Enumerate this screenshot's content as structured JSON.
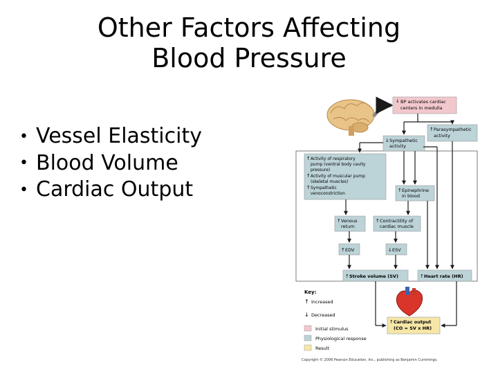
{
  "slide": {
    "title_line1": "Other Factors Affecting",
    "title_line2": "Blood Pressure",
    "bullets": [
      "Vessel Elasticity",
      "Blood Volume",
      "Cardiac Output"
    ]
  },
  "diagram": {
    "boxes": {
      "bp_medulla": [
        "BP activates cardiac",
        "centers in medulla"
      ],
      "parasympathetic": [
        "Parasympathetic",
        "activity"
      ],
      "sympathetic": [
        "Sympathetic",
        "activity"
      ],
      "respiratory": [
        "Activity of respiratory",
        "pump (ventral body cavity",
        "pressure)",
        "Activity of muscular pump",
        "(skeletal muscles)",
        "Sympathetic",
        "venoconstriction"
      ],
      "epinephrine": [
        "Epinephrine",
        "in blood"
      ],
      "venous_return": [
        "Venous",
        "return"
      ],
      "contractility": [
        "Contractility of",
        "cardiac muscle"
      ],
      "edv": "EDV",
      "esv": "ESV",
      "stroke_volume": "Stroke volume (SV)",
      "heart_rate": "Heart rate (HR)",
      "cardiac_output": [
        "Cardiac output",
        "(CO = SV x HR)"
      ]
    },
    "key": {
      "title": "Key:",
      "increased": "Increased",
      "decreased": "Decreased",
      "initial": "Initial stimulus",
      "physio": "Physiological response",
      "result": "Result"
    },
    "copyright": "Copyright © 2006 Pearson Education, Inc., publishing as Benjamin Cummings.",
    "colors": {
      "initial": "#f2c8cc",
      "physio": "#bcd3d7",
      "result": "#f6e7a8",
      "arrow": "#1a1a1a"
    }
  }
}
